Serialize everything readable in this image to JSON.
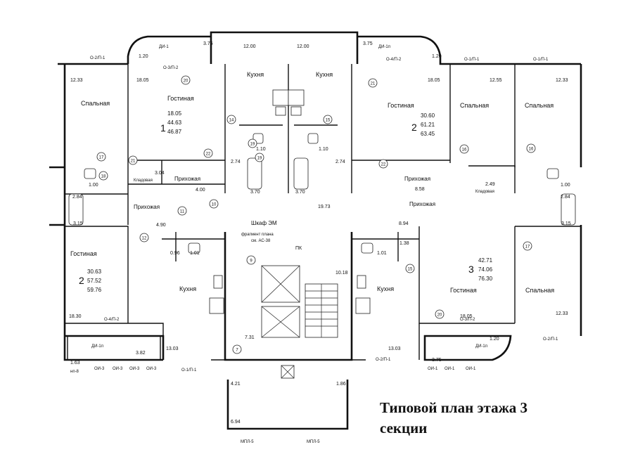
{
  "caption": {
    "line1": "Типовой план этажа 3",
    "line2": "секции"
  },
  "rooms": {
    "bedroom": "Спальная",
    "living": "Гостиная",
    "kitchen": "Кухня",
    "hall": "Прихожая",
    "storage": "Кладовая",
    "shaft": "Шкаф ЭМ",
    "fragment": "фрагмент плана",
    "see": "см. АС-38",
    "pk": "ПК"
  },
  "apartments": [
    {
      "num": "1",
      "a": "18.05",
      "b": "44.63",
      "c": "46.87"
    },
    {
      "num": "2",
      "a": "30.60",
      "b": "61.21",
      "c": "63.45"
    },
    {
      "num": "2",
      "a": "30.63",
      "b": "57.52",
      "c": "59.76"
    },
    {
      "num": "3",
      "a": "42.71",
      "b": "74.06",
      "c": "76.30"
    }
  ],
  "areas": [
    "3.75",
    "1.20",
    "12.00",
    "12.00",
    "3.75",
    "1.20",
    "12.33",
    "18.05",
    "18.05",
    "12.55",
    "12.33",
    "1.10",
    "1.10",
    "2.74",
    "2.74",
    "3.04",
    "4.00",
    "3.70",
    "3.70",
    "8.58",
    "2.49",
    "1.00",
    "1.00",
    "2.84",
    "2.84",
    "3.15",
    "3.15",
    "4.90",
    "19.73",
    "8.94",
    "0.96",
    "1.01",
    "1.01",
    "1.38",
    "10.18",
    "18.30",
    "7.31",
    "13.03",
    "13.03",
    "18.05",
    "12.33",
    "3.82",
    "1.63",
    "4.21",
    "1.86",
    "3.75",
    "1.20",
    "6.94"
  ],
  "markers": [
    "14",
    "15",
    "16",
    "17",
    "18",
    "19",
    "20",
    "21",
    "22",
    "10",
    "11",
    "12",
    "9",
    "7",
    "19",
    "21",
    "22",
    "20",
    "15",
    "16",
    "17"
  ],
  "windows": [
    "О-2/П-1",
    "О-3/П-2",
    "О-4/П-2",
    "О-1/П-1",
    "О-1/П-1",
    "О-4/П-2",
    "О-3/П-2",
    "О-2/П-1",
    "О-1/П-1",
    "О-2/П-1",
    "ДИ-1",
    "ДИ-1п",
    "ДИ-1п",
    "ДИ-1п",
    "ОИ-3",
    "ОИ-3",
    "ОИ-3",
    "ОИ-3",
    "ОИ-1",
    "ОИ-1",
    "ОИ-1",
    "нп-8",
    "МПЛ-5",
    "МПЛ-5"
  ]
}
